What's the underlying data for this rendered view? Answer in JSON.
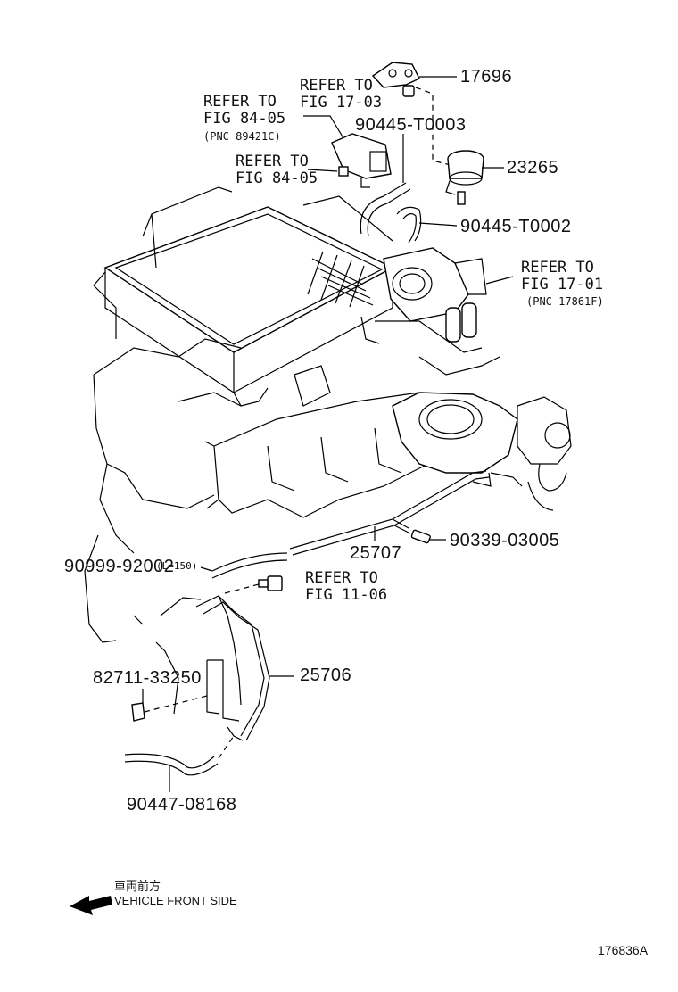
{
  "callouts": {
    "p17696": "17696",
    "refer_17_03_a": "REFER TO",
    "refer_17_03_b": "FIG 17-03",
    "refer_84_05_a": "REFER TO",
    "refer_84_05_b": "FIG 84-05",
    "refer_84_05_c": "(PNC 89421C)",
    "p90445_t0003": "90445-T0003",
    "refer_84_05_2a": "REFER TO",
    "refer_84_05_2b": "FIG 84-05",
    "p23265": "23265",
    "p90445_t0002": "90445-T0002",
    "refer_17_01_a": "REFER TO",
    "refer_17_01_b": "FIG 17-01",
    "refer_17_01_c": "(PNC 17861F)",
    "p25707": "25707",
    "p90339_03005": "90339-03005",
    "p90999_92002": "90999-92002",
    "p90999_len": "(L=150)",
    "refer_11_06_a": "REFER TO",
    "refer_11_06_b": "FIG 11-06",
    "p82711_33250": "82711-33250",
    "p25706": "25706",
    "p90447_08168": "90447-08168"
  },
  "direction": {
    "jp": "車両前方",
    "en": "VEHICLE FRONT SIDE"
  },
  "figure_id": "176836A"
}
